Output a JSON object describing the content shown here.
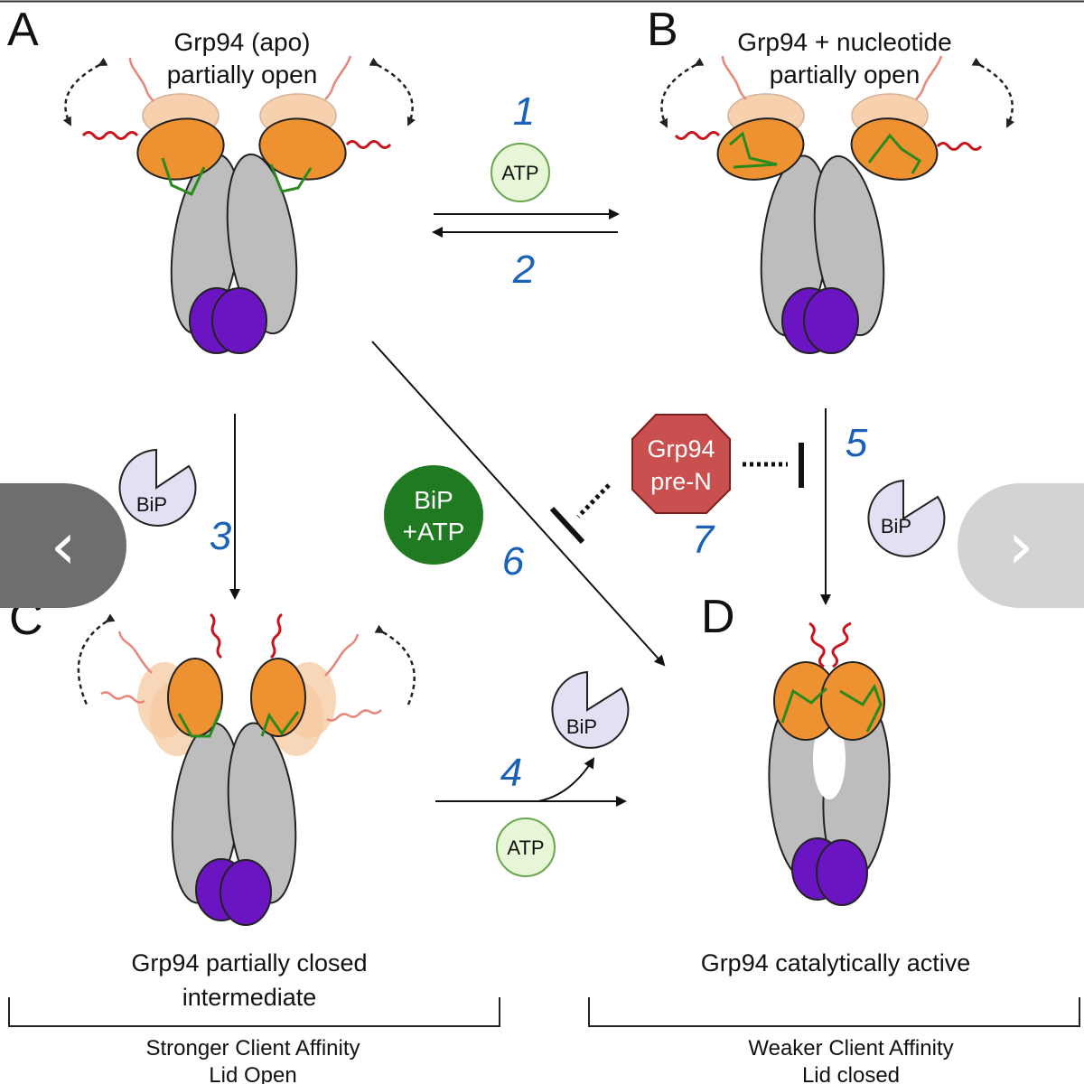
{
  "panels": {
    "A": {
      "letter": "A",
      "line1": "Grp94 (apo)",
      "line2": "partially open"
    },
    "B": {
      "letter": "B",
      "line1": "Grp94 + nucleotide",
      "line2": "partially open"
    },
    "C": {
      "letter": "C"
    },
    "D": {
      "letter": "D"
    }
  },
  "steps": [
    "1",
    "2",
    "3",
    "4",
    "5",
    "6",
    "7"
  ],
  "molecules": {
    "atp": "ATP",
    "bip": "BiP",
    "bip_atp_line1": "BiP",
    "bip_atp_line2": "+ATP",
    "pre_n_line1": "Grp94",
    "pre_n_line2": "pre-N"
  },
  "bottom": {
    "left": {
      "line1": "Grp94 partially closed",
      "line2": "intermediate",
      "affinity": "Stronger Client Affinity",
      "lid": "Lid Open"
    },
    "right": {
      "line1": "Grp94 catalytically active",
      "affinity": "Weaker Client Affinity",
      "lid": "Lid closed"
    }
  },
  "colors": {
    "orange": "#ee9130",
    "orange_faded": "#f6c9a0",
    "purple": "#6a14c2",
    "grey": "#bdbdbd",
    "green_lid": "#2a8a1e",
    "red_tail": "#c8141c",
    "step_blue": "#1a62b8",
    "bip_fill": "#e4e0f4",
    "atp_fill": "#e8f6d8",
    "dark_green": "#1f7a21",
    "stop_red": "#c9504f"
  },
  "nav": {
    "prev": "‹",
    "next": "›"
  }
}
